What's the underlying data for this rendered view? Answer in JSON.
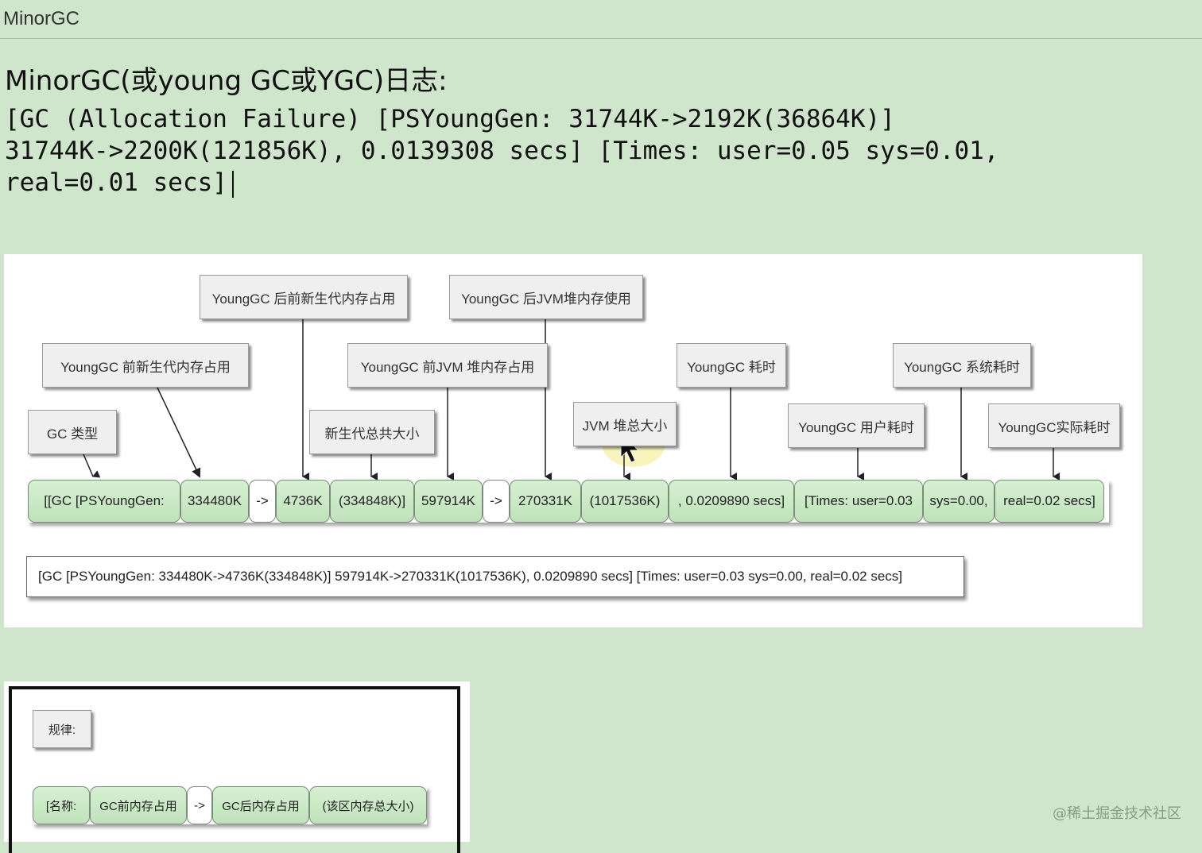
{
  "window": {
    "title": "MinorGC"
  },
  "heading": "MinorGC(或young GC或YGC)日志:",
  "log_lines": [
    "[GC (Allocation Failure) [PSYoungGen: 31744K->2192K(36864K)]",
    "31744K->2200K(121856K), 0.0139308 secs] [Times: user=0.05 sys=0.01,",
    "real=0.01 secs]"
  ],
  "figure": {
    "callouts": {
      "gc_type": "GC 类型",
      "young_before": "YoungGC 前新生代内存占用",
      "young_after": "YoungGC 后前新生代内存占用",
      "young_total": "新生代总共大小",
      "jvm_before": "YoungGC 前JVM 堆内存占用",
      "jvm_after": "YoungGC 后JVM堆内存使用",
      "heap_total": "JVM 堆总大小",
      "gc_time": "YoungGC 耗时",
      "user_time": "YoungGC 用户耗时",
      "sys_time": "YoungGC 系统耗时",
      "real_time": "YoungGC实际耗时"
    },
    "segments": [
      "[[GC [PSYoungGen:",
      "334480K",
      "->",
      "4736K",
      "(334848K)]",
      "597914K",
      "->",
      "270331K",
      "(1017536K)",
      ", 0.0209890 secs]",
      "[Times: user=0.03",
      "sys=0.00,",
      "real=0.02 secs]"
    ],
    "sample": "[GC [PSYoungGen: 334480K->4736K(334848K)] 597914K->270331K(1017536K), 0.0209890 secs] [Times: user=0.03 sys=0.00, real=0.02 secs]"
  },
  "rule": {
    "label": "规律:",
    "segments": [
      "[名称:",
      "GC前内存占用",
      "->",
      "GC后内存占用",
      "(该区内存总大小)"
    ]
  },
  "watermark": "@稀土掘金技术社区"
}
